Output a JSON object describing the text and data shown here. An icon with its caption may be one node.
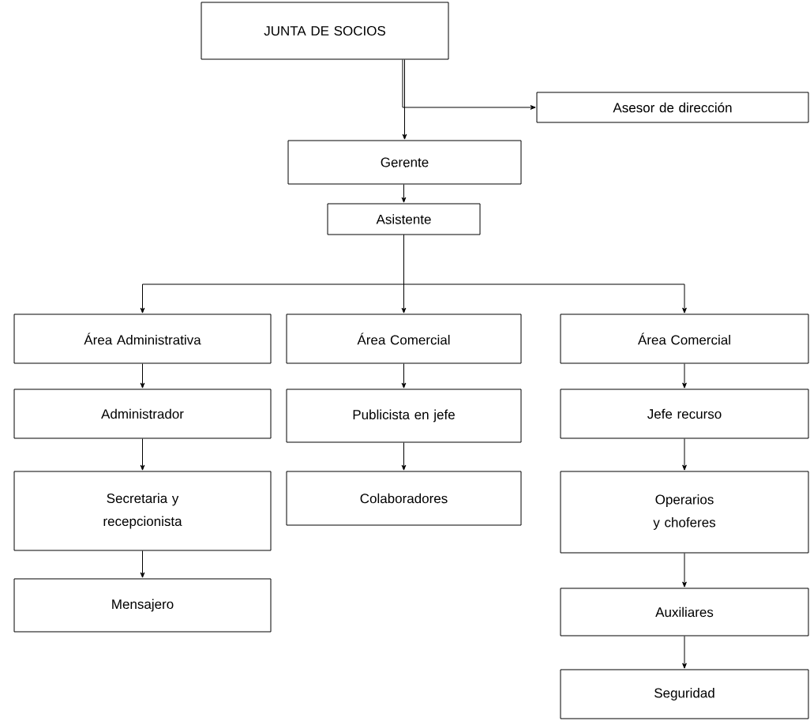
{
  "diagram": {
    "nodes": [
      {
        "text": [
          "JUNTA DE SOCIOS"
        ]
      },
      {
        "text": [
          "Asesor de dirección"
        ]
      },
      {
        "text": [
          "Gerente"
        ]
      },
      {
        "text": [
          "Asistente"
        ]
      },
      {
        "text": [
          "Área  Administrativa"
        ]
      },
      {
        "text": [
          "Área  Comercial"
        ]
      },
      {
        "text": [
          "Área  Comercial"
        ]
      },
      {
        "text": [
          "Administrador"
        ]
      },
      {
        "text": [
          "Publicista en jefe"
        ]
      },
      {
        "text": [
          "Jefe recurso"
        ]
      },
      {
        "text": [
          "Secretaria y recepcionista"
        ]
      },
      {
        "text": [
          "Colaboradores"
        ]
      },
      {
        "text": [
          "Operarios y choferes"
        ]
      },
      {
        "text": [
          "Mensajero"
        ]
      },
      {
        "text": [
          "Auxiliares"
        ]
      },
      {
        "text": [
          "Seguridad"
        ]
      }
    ],
    "edges": [
      {
        "from": 0,
        "to": 2,
        "arrow": "to"
      },
      {
        "from": 0,
        "to": 1,
        "arrow": "to"
      },
      {
        "from": 2,
        "to": 3,
        "arrow": "to"
      },
      {
        "from": 3,
        "to": 4,
        "arrow": "to"
      },
      {
        "from": 3,
        "to": 5,
        "arrow": "to"
      },
      {
        "from": 3,
        "to": 6,
        "arrow": "to"
      },
      {
        "from": 4,
        "to": 7,
        "arrow": "to"
      },
      {
        "from": 7,
        "to": 10,
        "arrow": "to"
      },
      {
        "from": 10,
        "to": 13,
        "arrow": "to"
      },
      {
        "from": 5,
        "to": 8,
        "arrow": "to"
      },
      {
        "from": 8,
        "to": 11,
        "arrow": "to"
      },
      {
        "from": 6,
        "to": 9,
        "arrow": "to"
      },
      {
        "from": 9,
        "to": 12,
        "arrow": "to"
      },
      {
        "from": 12,
        "to": 14,
        "arrow": "to"
      },
      {
        "from": 14,
        "to": 15,
        "arrow": "to"
      }
    ]
  }
}
